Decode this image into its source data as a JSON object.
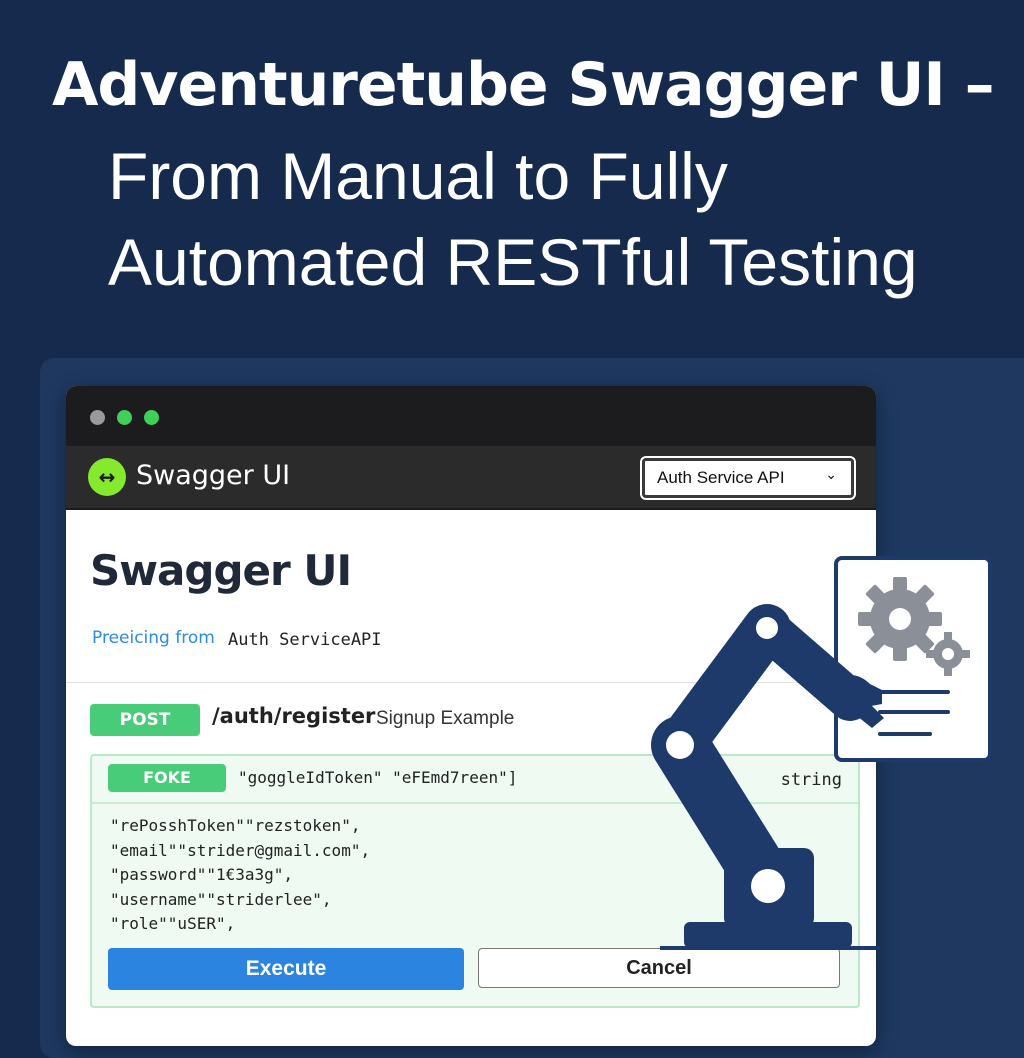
{
  "headline": {
    "line1": "Adventuretube Swagger UI –",
    "line2": "From Manual to Fully",
    "line3": "Automated RESTful Testing"
  },
  "topbar": {
    "logo_glyph": "↔",
    "brand": "Swagger UI",
    "api_select": {
      "value": "Auth Service API",
      "chevron": "⌄"
    }
  },
  "page": {
    "title": "Swagger UI",
    "preicing_label": "Preeicing from",
    "service_name": "Auth ServiceAPI"
  },
  "endpoint": {
    "method": "POST",
    "path": "/auth/register",
    "summary": "Signup Example"
  },
  "opblock": {
    "header": {
      "badge": "FOKE",
      "param_text": "\"goggleIdToken\" \"eFEmd7reen\"]",
      "type": "string"
    },
    "body_lines": [
      "\"rePosshToken\"\"rezstoken\",",
      "\"email\"\"strider@gmail.com\",",
      "\"password\"\"1€3a3g\",",
      "\"username\"\"striderlee\",",
      "\"role\"\"uSER\","
    ],
    "execute_label": "Execute",
    "cancel_label": "Cancel"
  },
  "colors": {
    "background": "#152a4d",
    "panel": "#1e3860",
    "method_green": "#49cc7a",
    "execute_blue": "#2b84e0",
    "swagger_green": "#85ea2d",
    "robot_navy": "#1e3a6b"
  },
  "icons": [
    "swagger-logo-icon",
    "chevron-down-icon",
    "robot-arm-icon",
    "gears-document-icon"
  ]
}
